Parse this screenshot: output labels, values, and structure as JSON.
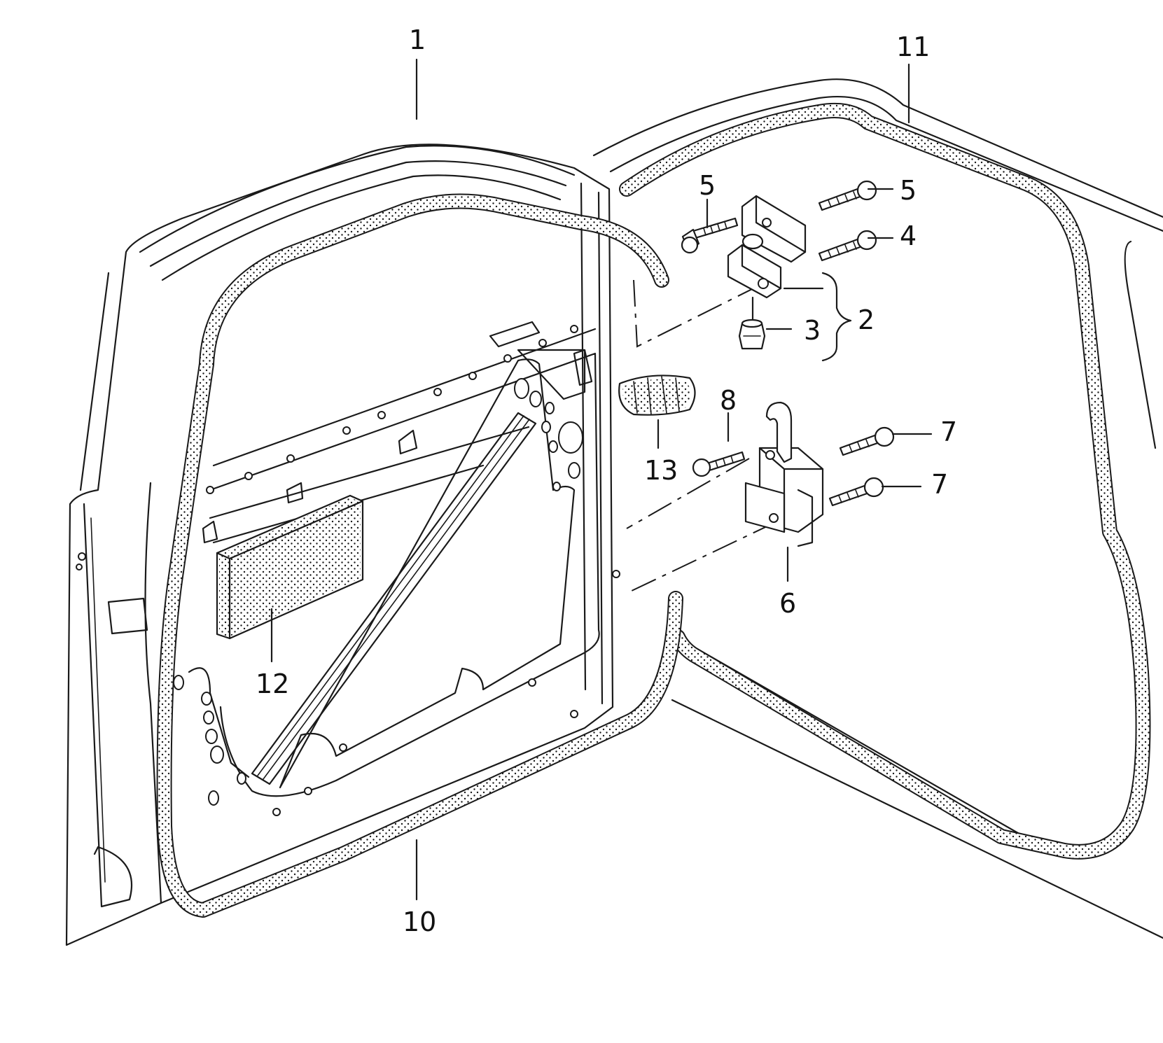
{
  "callouts": {
    "c1": "1",
    "c2": "2",
    "c3": "3",
    "c4": "4",
    "c5a": "5",
    "c5b": "5",
    "c6": "6",
    "c7a": "7",
    "c7b": "7",
    "c8": "8",
    "c10": "10",
    "c11": "11",
    "c12": "12",
    "c13": "13"
  },
  "colors": {
    "line": "#1a1a1a",
    "background": "#ffffff"
  }
}
